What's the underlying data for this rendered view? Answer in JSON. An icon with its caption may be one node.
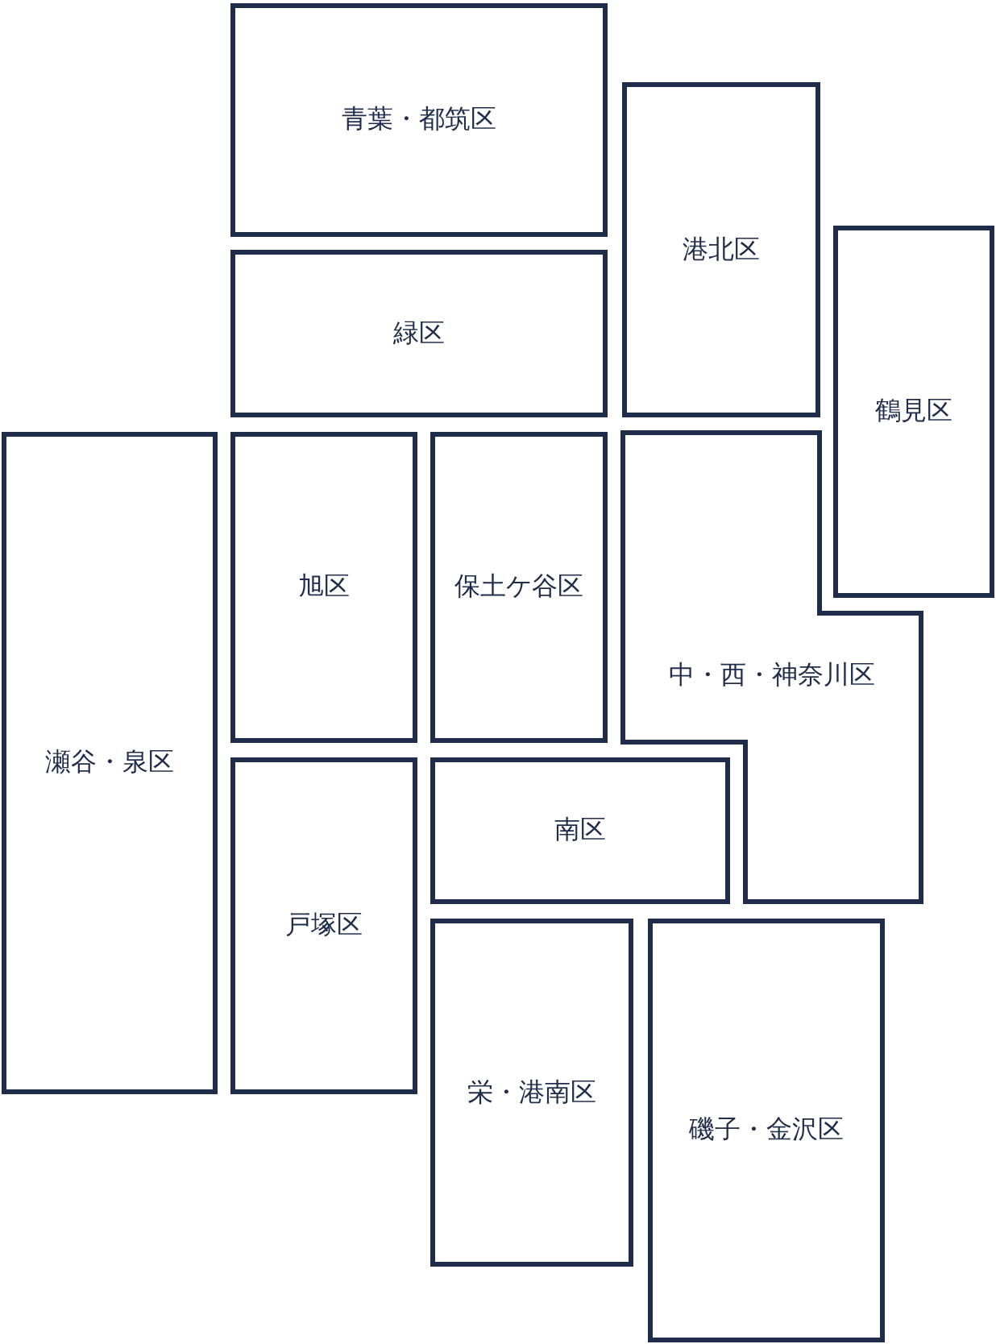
{
  "diagram": {
    "nodes": [
      {
        "text": [
          "青葉・都筑区"
        ]
      },
      {
        "text": [
          "港北区"
        ]
      },
      {
        "text": [
          "緑区"
        ]
      },
      {
        "text": [
          "鶴見区"
        ]
      },
      {
        "text": [
          "瀬谷・泉区"
        ]
      },
      {
        "text": [
          "旭区"
        ]
      },
      {
        "text": [
          "保土ケ谷区"
        ]
      },
      {
        "text": [
          "中・西・神奈川区"
        ]
      },
      {
        "text": [
          "戸塚区"
        ]
      },
      {
        "text": [
          "南区"
        ]
      },
      {
        "text": [
          "栄・港南区"
        ]
      },
      {
        "text": [
          "磯子・金沢区"
        ]
      }
    ]
  }
}
